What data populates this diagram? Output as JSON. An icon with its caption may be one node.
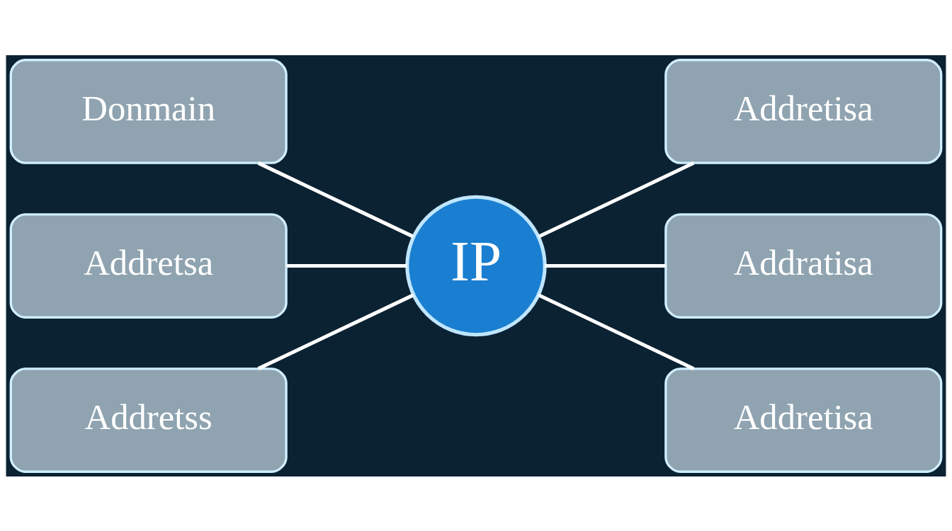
{
  "diagram": {
    "nodes": [
      {
        "text": [
          "Donmain"
        ]
      },
      {
        "text": [
          "Addretsa"
        ]
      },
      {
        "text": [
          "Addretss"
        ]
      },
      {
        "text": [
          "IP"
        ]
      },
      {
        "text": [
          "Addretisa"
        ]
      },
      {
        "text": [
          "Addratisa"
        ]
      },
      {
        "text": [
          "Addretisa"
        ]
      }
    ],
    "edges": [
      {
        "from": 0,
        "to": 3,
        "arrow": "none"
      },
      {
        "from": 1,
        "to": 3,
        "arrow": "none"
      },
      {
        "from": 2,
        "to": 3,
        "arrow": "none"
      },
      {
        "from": 3,
        "to": 4,
        "arrow": "none"
      },
      {
        "from": 3,
        "to": 5,
        "arrow": "none"
      },
      {
        "from": 3,
        "to": 6,
        "arrow": "none"
      }
    ]
  }
}
